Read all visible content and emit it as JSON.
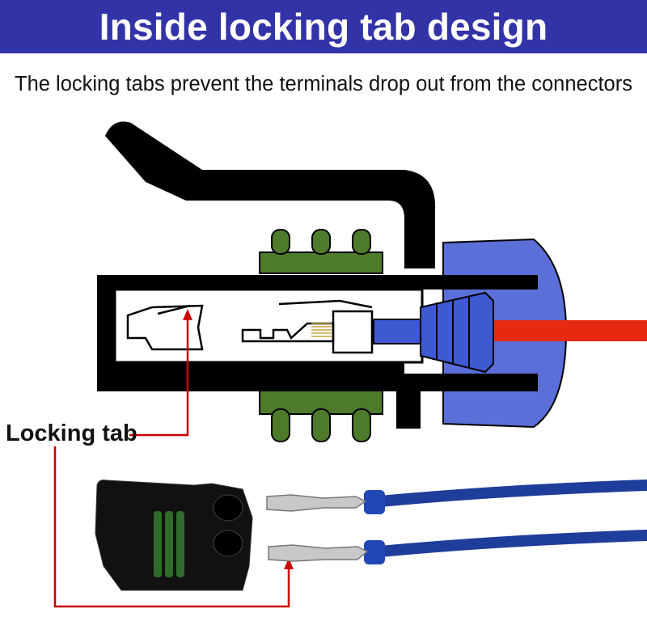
{
  "header": {
    "title": "Inside locking tab design"
  },
  "subtitle": "The locking tabs prevent the terminals drop out from the connectors",
  "callout": {
    "label": "Locking tab"
  },
  "colors": {
    "banner": "#3333a8",
    "housing": "#000000",
    "seal_green": "#4e7a2c",
    "boot_blue": "#5b6fd8",
    "wire_red": "#e62a12",
    "wire_blue": "#1f3d9a",
    "callout_line": "#cc0000"
  },
  "icons": [
    "connector-housing-icon",
    "rubber-seal-icon",
    "terminal-icon",
    "wire-icon"
  ]
}
